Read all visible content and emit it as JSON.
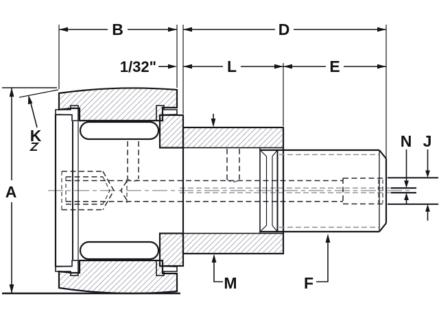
{
  "labels": {
    "A": "A",
    "B": "B",
    "D": "D",
    "E": "E",
    "F": "F",
    "J": "J",
    "K": "K",
    "L": "L",
    "M": "M",
    "N": "N",
    "gap": "1/32\""
  },
  "colors": {
    "line": "#14141a",
    "seal_fill": "#cdcde9",
    "hatch": "#9aa0a8",
    "background": "#ffffff"
  }
}
